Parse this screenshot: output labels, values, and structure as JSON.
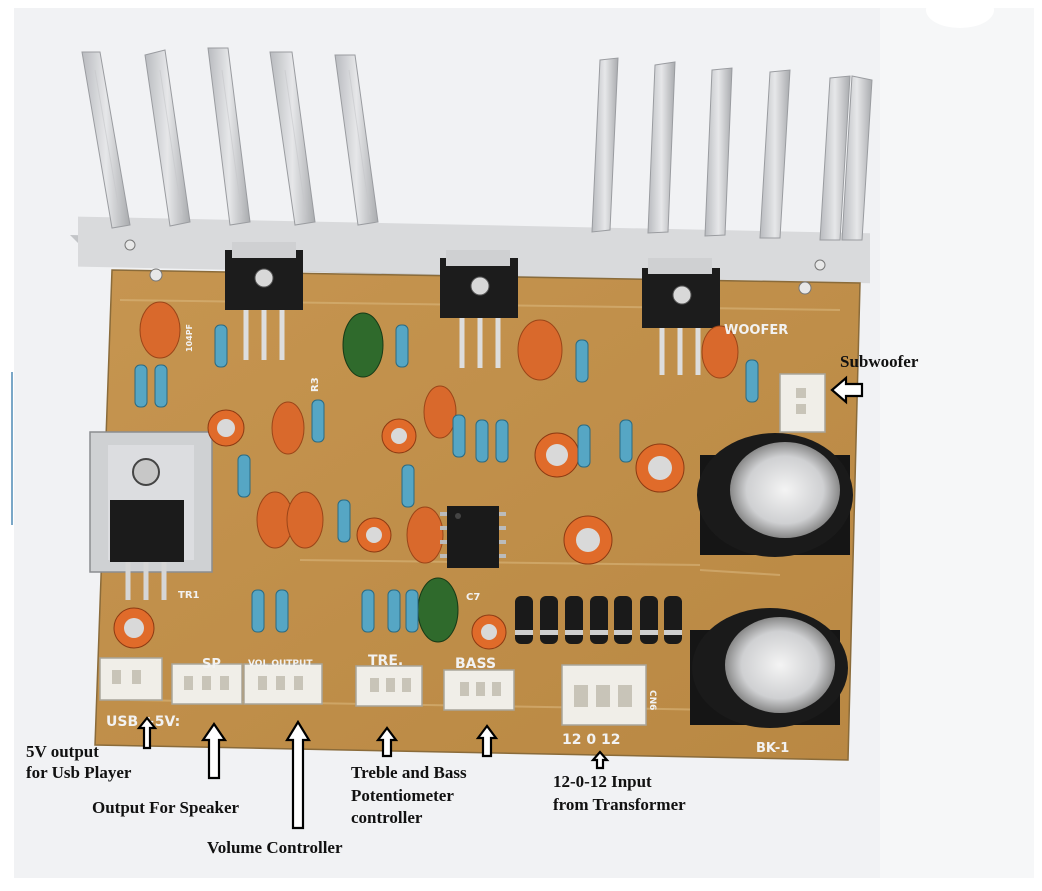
{
  "annotations": {
    "subwoofer": "Subwoofer",
    "usb_line1": "5V output",
    "usb_line2": "for Usb Player",
    "speaker": "Output For Speaker",
    "volume": "Volume Controller",
    "tone_line1": "Treble and Bass",
    "tone_line2": "Potentiometer",
    "tone_line3": "controller",
    "input_line1": "12-0-12  Input",
    "input_line2": "from Transformer"
  },
  "board_silkscreen": {
    "usb": "USB +5V:",
    "sp": "SP",
    "vol": "VOL OUTPUT",
    "tre": "TRE.",
    "bass": "BASS",
    "cn6": "CN6",
    "transformer_pins": "12  0  12",
    "woofer": "WOOFER",
    "board_id": "BK-1",
    "tr1": "TR1",
    "r3": "R3",
    "c7": "C7",
    "cap_104pf": "104PF"
  },
  "colors": {
    "pcb": "#c99a57",
    "heatsink": "#d7d8da",
    "background": "#f2f3f5"
  }
}
